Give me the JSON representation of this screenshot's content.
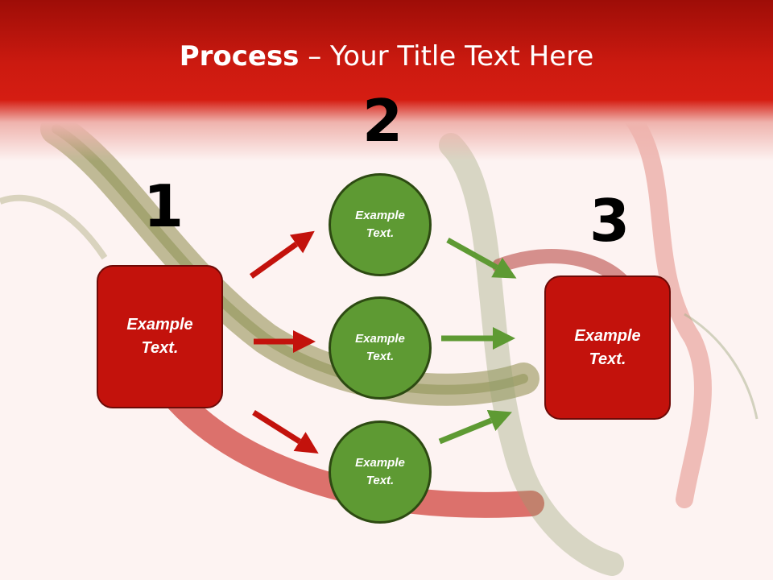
{
  "slide": {
    "title_bold": "Process",
    "title_rest": " – Your Title Text Here"
  },
  "steps": {
    "n1": "1",
    "n2": "2",
    "n3": "3"
  },
  "nodes": {
    "left_box": "Example\nText.",
    "circle_top": "Example\nText.",
    "circle_mid": "Example\nText.",
    "circle_bot": "Example\nText.",
    "right_box": "Example\nText."
  },
  "colors": {
    "header_red": "#cc1a10",
    "box_red": "#c3120c",
    "circle_green": "#5e9a33",
    "arrow_red": "#c3120c",
    "arrow_green": "#5e9a33"
  }
}
